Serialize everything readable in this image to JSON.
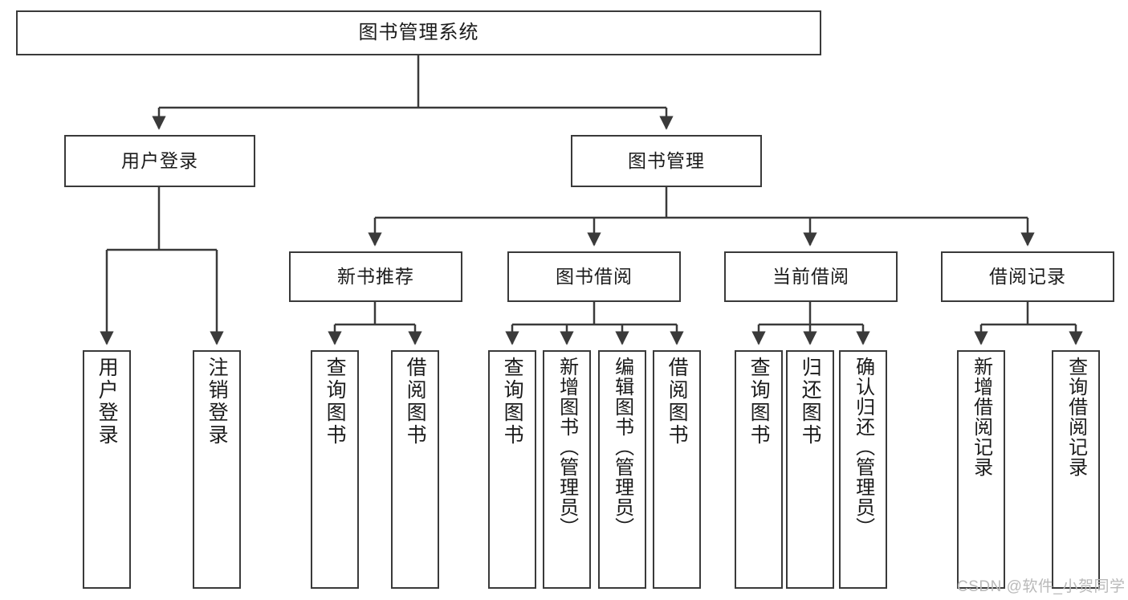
{
  "diagram": {
    "title": "图书管理系统",
    "type": "tree-hierarchy",
    "root": {
      "label": "图书管理系统"
    },
    "level2": [
      {
        "label": "用户登录"
      },
      {
        "label": "图书管理"
      }
    ],
    "level3": [
      {
        "label": "新书推荐"
      },
      {
        "label": "图书借阅"
      },
      {
        "label": "当前借阅"
      },
      {
        "label": "借阅记录"
      }
    ],
    "leaves": {
      "user_login": [
        {
          "label": "用户登录"
        },
        {
          "label": "注销登录"
        }
      ],
      "new_book_recommend": [
        {
          "label": "查询图书"
        },
        {
          "label": "借阅图书"
        }
      ],
      "book_borrow": [
        {
          "label": "查询图书"
        },
        {
          "label": "新增图书（管理员）"
        },
        {
          "label": "编辑图书（管理员）"
        },
        {
          "label": "借阅图书"
        }
      ],
      "current_borrow": [
        {
          "label": "查询图书"
        },
        {
          "label": "归还图书"
        },
        {
          "label": "确认归还（管理员）"
        }
      ],
      "borrow_record": [
        {
          "label": "新增借阅记录"
        },
        {
          "label": "查询借阅记录"
        }
      ]
    }
  },
  "watermark": {
    "text": "CSDN @软件_小贺同学"
  },
  "colors": {
    "border": "#3a3a3a",
    "text": "#1b1b1b",
    "background": "#ffffff",
    "watermark": "#b9b9b9"
  }
}
